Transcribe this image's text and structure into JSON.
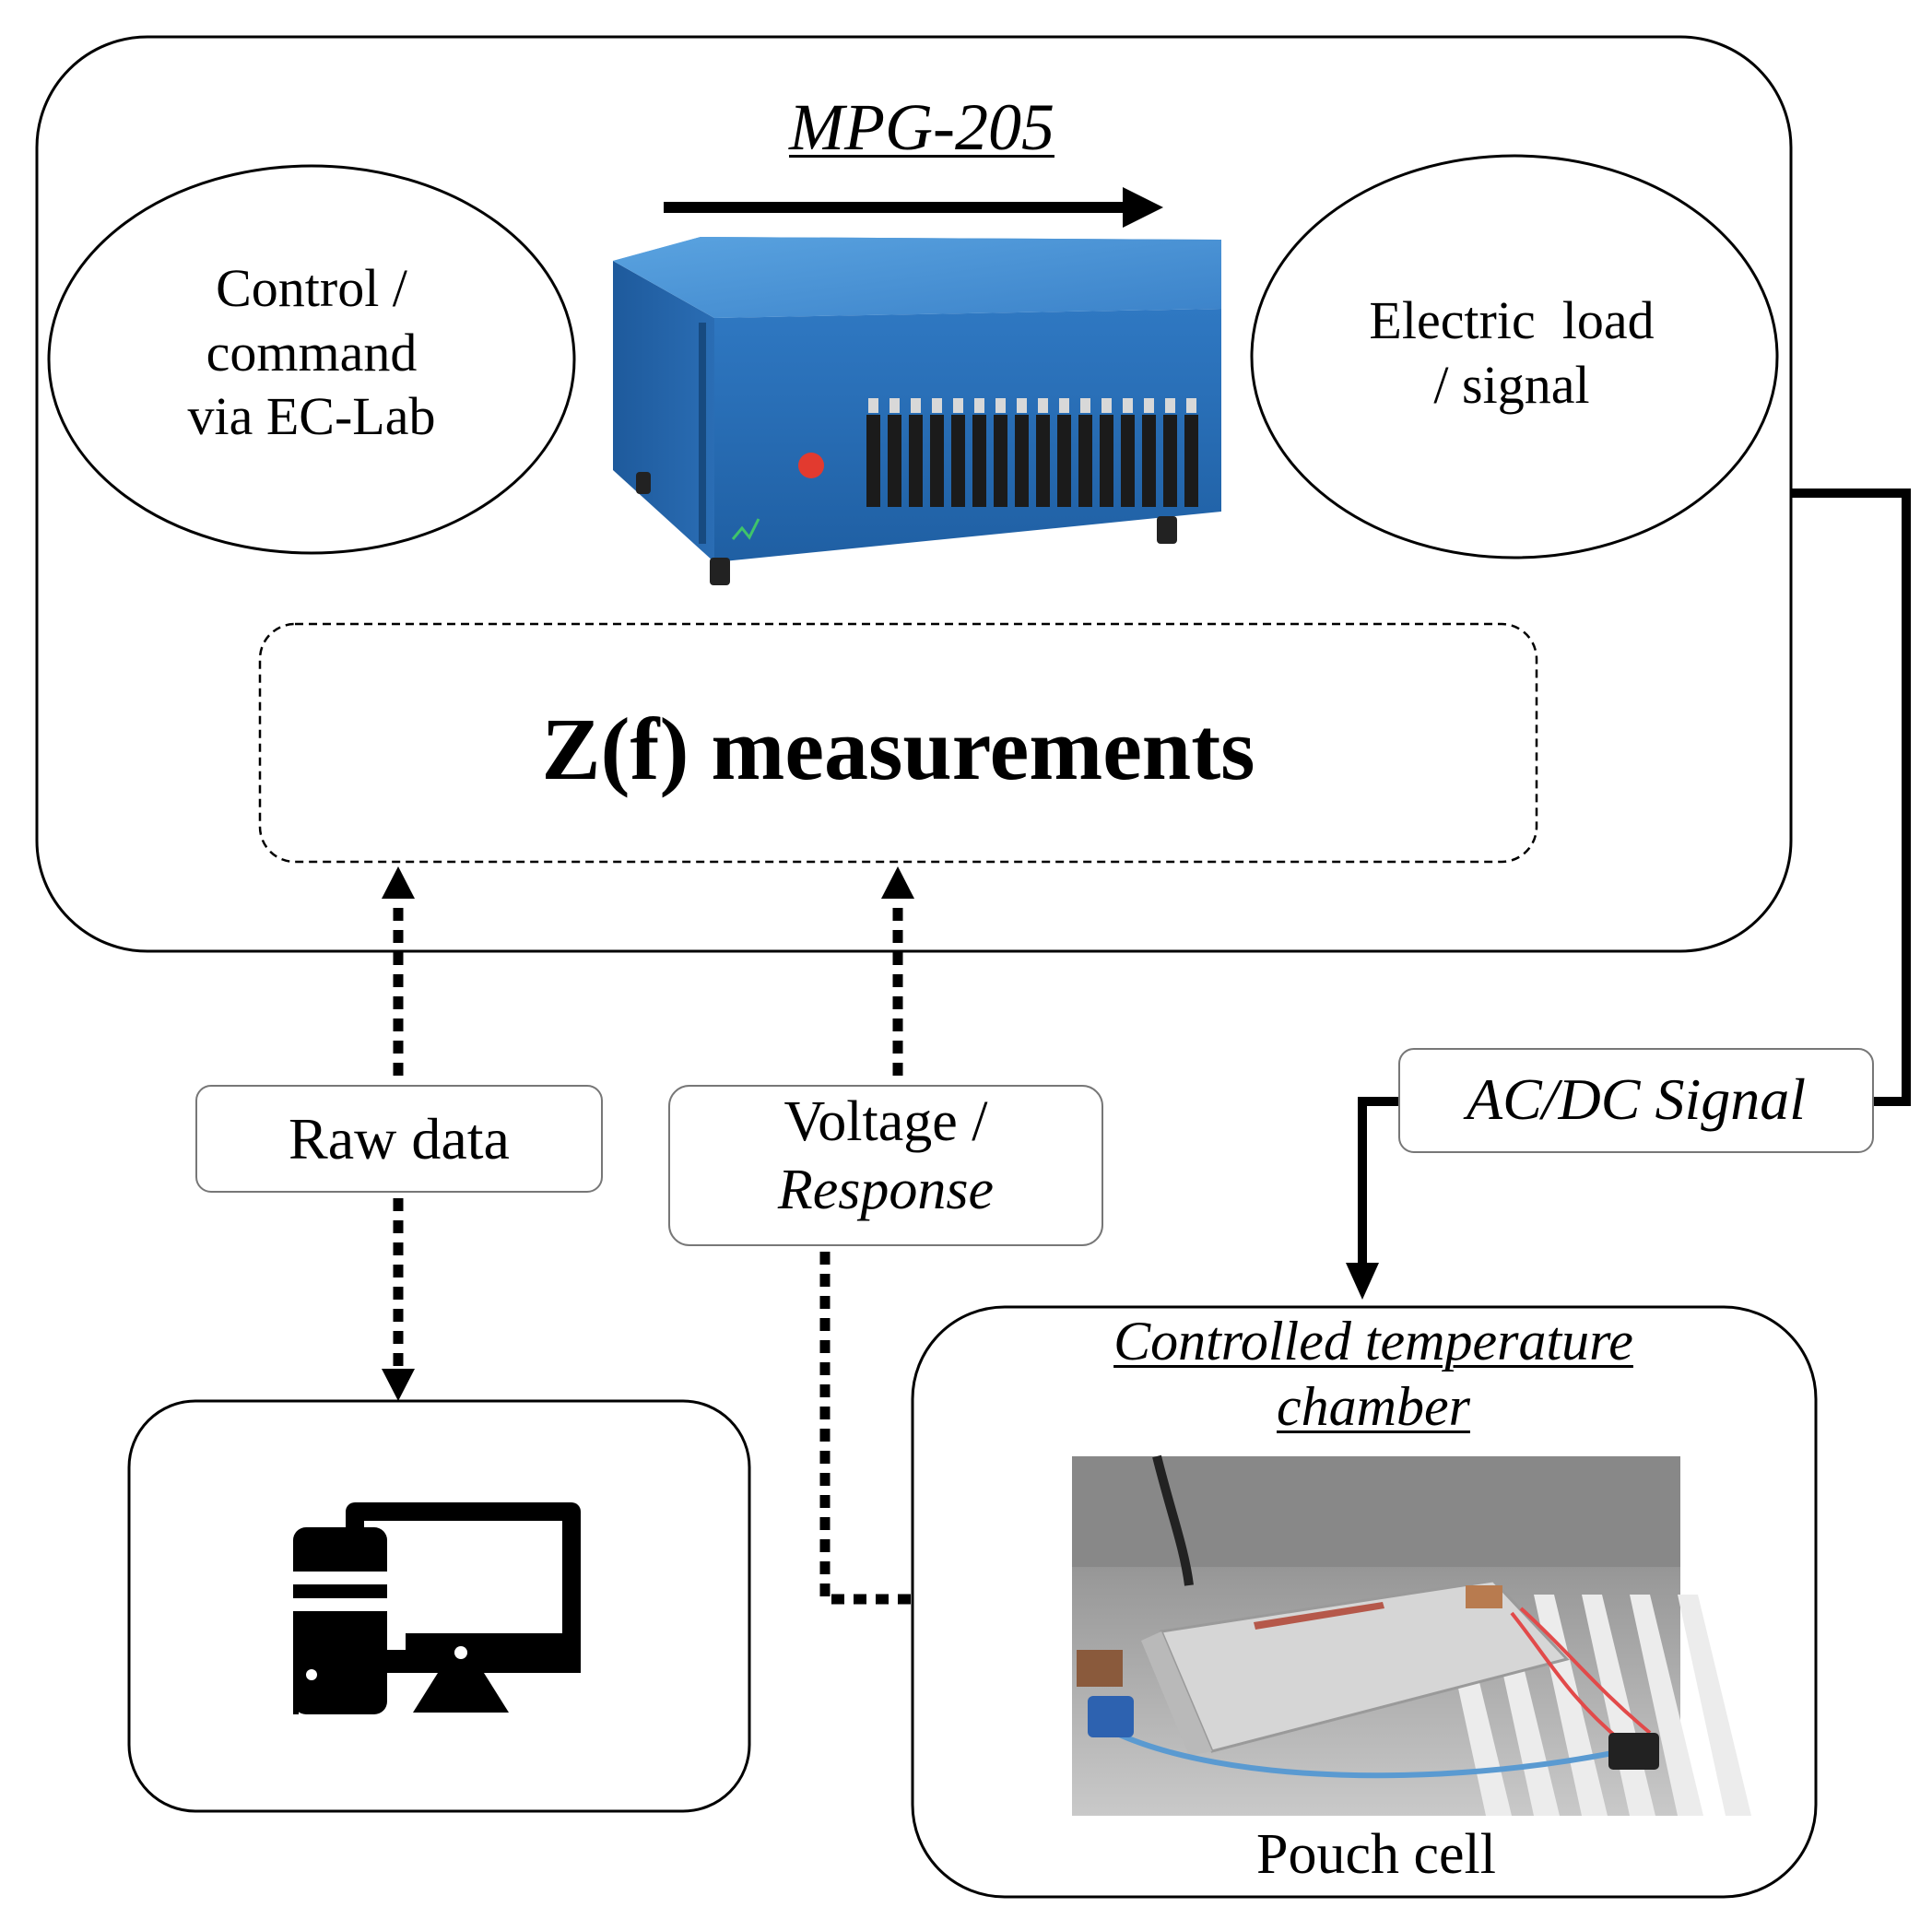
{
  "title": "MPG-205",
  "control_ellipse": {
    "line1": "Control /",
    "line2": "command",
    "line3": "via EC-Lab"
  },
  "load_ellipse": {
    "line1": "Electric  load",
    "line2": "/ signal"
  },
  "measurement_box": "Z(f) measurements",
  "raw_data_label": "Raw data",
  "voltage_label": {
    "line1": "Voltage /",
    "line2": "Response"
  },
  "signal_label": "AC/DC Signal",
  "chamber": {
    "title_line1": "Controlled temperature",
    "title_line2": "chamber",
    "cell_caption": "Pouch cell"
  },
  "instrument_photo": "potentiostat-instrument",
  "computer": "desktop-computer-icon"
}
